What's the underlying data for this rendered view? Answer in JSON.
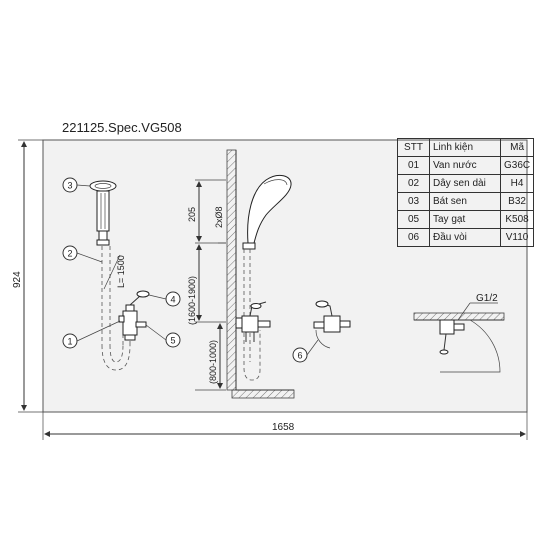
{
  "drawing_title": "221125.Spec.VG508",
  "dimensions": {
    "height_total": "924",
    "width_total": "1658",
    "handshower_len": "205",
    "hose_dia": "2xØ8",
    "hose_len": "L= 1500",
    "bar_range": "(1600-1900)",
    "faucet_range": "(800-1000)",
    "thread": "G1/2"
  },
  "callouts": [
    "1",
    "2",
    "3",
    "4",
    "5",
    "6"
  ],
  "table": {
    "headers": [
      "STT",
      "Linh kiện",
      "Mã"
    ],
    "rows": [
      {
        "stt": "01",
        "name": "Van nước",
        "code": "G36C"
      },
      {
        "stt": "02",
        "name": "Dây sen dài",
        "code": "H4"
      },
      {
        "stt": "03",
        "name": "Bát sen",
        "code": "B32"
      },
      {
        "stt": "05",
        "name": "Tay gạt",
        "code": "K508"
      },
      {
        "stt": "06",
        "name": "Đầu vòi",
        "code": "V110"
      }
    ]
  }
}
